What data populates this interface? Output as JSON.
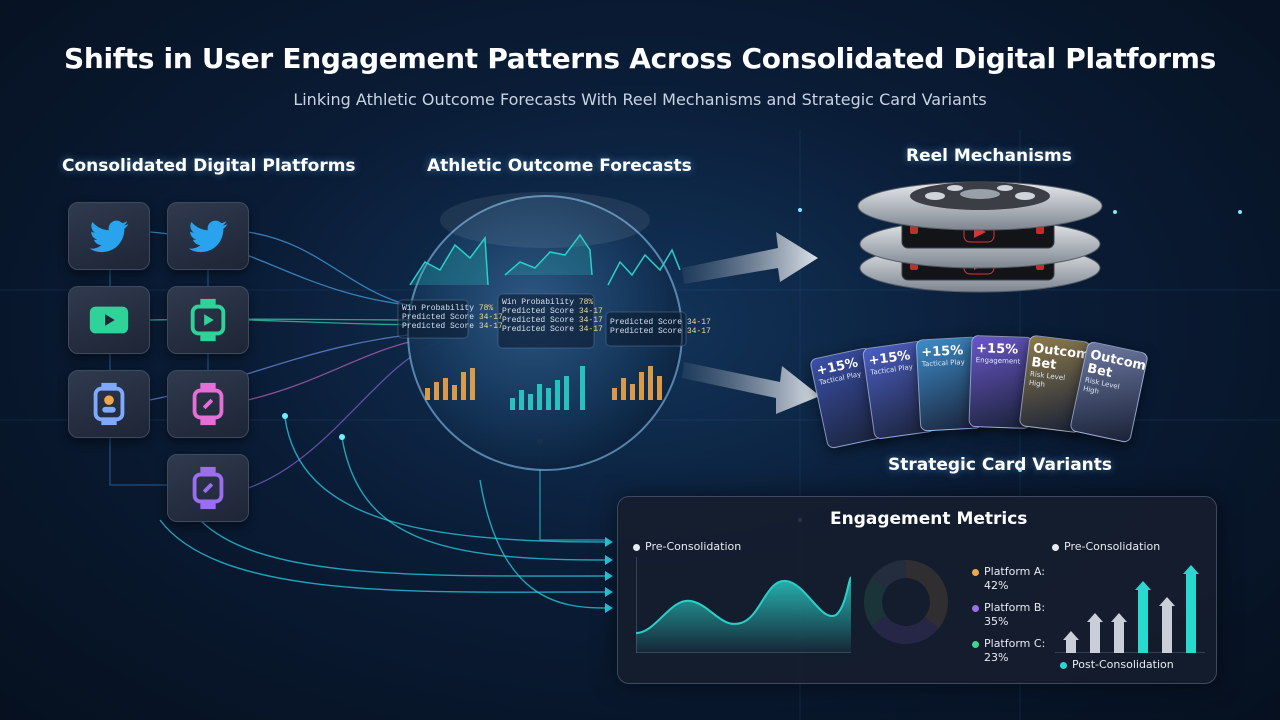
{
  "header": {
    "title": "Shifts in User Engagement Patterns Across Consolidated Digital Platforms",
    "subtitle": "Linking Athletic Outcome Forecasts With Reel Mechanisms and Strategic Card Variants"
  },
  "sections": {
    "platforms": "Consolidated Digital Platforms",
    "forecasts": "Athletic Outcome Forecasts",
    "reels": "Reel Mechanisms",
    "cards": "Strategic Card Variants"
  },
  "platform_tiles": [
    {
      "icon": "twitter-bird-icon",
      "color": "#2aa3ef"
    },
    {
      "icon": "twitter-bird-icon",
      "color": "#2aa3ef"
    },
    {
      "icon": "play-button-icon",
      "color": "#2fd39a"
    },
    {
      "icon": "smartwatch-play-icon",
      "color": "#2fd39a"
    },
    {
      "icon": "smartwatch-profile-icon",
      "color": "#7fa8ff"
    },
    {
      "icon": "smartwatch-pink-icon",
      "color": "#e46fd6"
    },
    {
      "icon": "smartwatch-purple-icon",
      "color": "#9b6ef0"
    }
  ],
  "orb": {
    "stats_left": [
      {
        "label": "Win Probability",
        "value": "78%"
      },
      {
        "label": "Predicted Score",
        "value": "34-17"
      },
      {
        "label": "Predicted Score",
        "value": "34-17"
      }
    ],
    "stats_center": [
      {
        "label": "Win Probability",
        "value": "78%"
      },
      {
        "label": "Predicted Score",
        "value": "34-17"
      },
      {
        "label": "Predicted Score",
        "value": "34-17"
      },
      {
        "label": "Predicted Score",
        "value": "34-17"
      }
    ],
    "stats_right": [
      {
        "label": "Predicted Score",
        "value": "34-17"
      },
      {
        "label": "Predicted Score",
        "value": "34-17"
      }
    ]
  },
  "cards": [
    {
      "big": "+15%",
      "small": "Tactical Play",
      "color": "#3a4fa8"
    },
    {
      "big": "+15%",
      "small": "Tactical Play",
      "color": "#4b5ec2"
    },
    {
      "big": "+15%",
      "small": "Tactical Play",
      "color": "#3c8cc9"
    },
    {
      "big": "+15%",
      "small": "Engagement",
      "color": "#6a56c8"
    },
    {
      "big": "Outcome Bet",
      "small": "Risk Level High",
      "color": "#8c7a4a"
    },
    {
      "big": "Outcome Bet",
      "small": "Risk Level High",
      "color": "#6c78a0"
    }
  ],
  "metrics": {
    "title": "Engagement Metrics",
    "area_legend": "Pre-Consolidation",
    "bar_legend_top": "Pre-Consolidation",
    "bar_legend_bottom": "Post-Consolidation",
    "pie": [
      {
        "label": "Platform A:",
        "value": "42%",
        "share": 42,
        "color": "#f0a64a"
      },
      {
        "label": "Platform B:",
        "value": "35%",
        "share": 35,
        "color": "#9b6ef0"
      },
      {
        "label": "Platform C:",
        "value": "23%",
        "share": 23,
        "color": "#3ed68c"
      }
    ],
    "colors": {
      "pre": "#c9ced8",
      "post": "#28d9cf",
      "area": "#2ad0c8"
    }
  }
}
